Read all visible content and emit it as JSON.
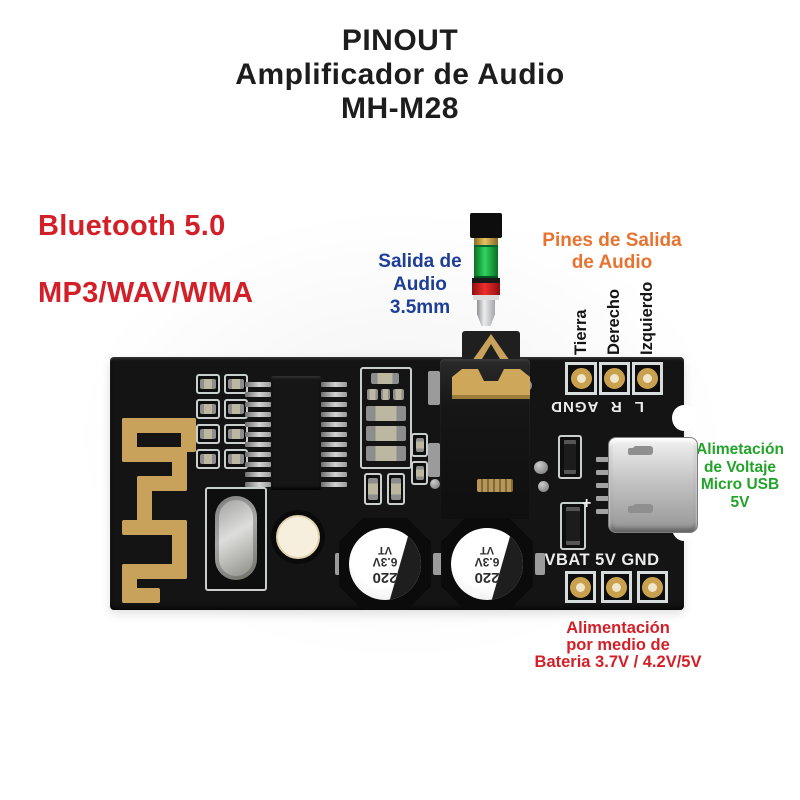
{
  "title": {
    "line1": "PINOUT",
    "line2": "Amplificador de Audio",
    "line3": "MH-M28"
  },
  "features": {
    "bluetooth": "Bluetooth 5.0",
    "formats": "MP3/WAV/WMA"
  },
  "annotations": {
    "audio_out": {
      "l1": "Salida de",
      "l2": "Audio",
      "l3": "3.5mm",
      "color": "#1e3d96"
    },
    "pins_out": {
      "l1": "Pines de Salida",
      "l2": "de Audio",
      "color": "#e87330"
    },
    "pin_labels": [
      "Tierra",
      "Derecho",
      "Izquierdo"
    ],
    "usb_power": {
      "l1": "Alimetación",
      "l2": "de Voltaje",
      "l3": "Micro USB",
      "l4": "5V",
      "color": "#22a32a"
    },
    "battery_power": {
      "l1": "Alimentación",
      "l2": "por medio de",
      "l3": "Bateria 3.7V / 4.2V/5V",
      "color": "#d31f27"
    }
  },
  "board": {
    "silkscreen": {
      "audio_pins": "L R AGND",
      "power_pins": "VBAT 5V GND",
      "plus": "+"
    },
    "capacitor": {
      "l1": "220",
      "l2": "6.3V",
      "l3": "VT"
    }
  },
  "colors": {
    "red": "#d31f27",
    "orange": "#e87330",
    "blue": "#1e3d96",
    "green": "#22a32a",
    "gold": "#c8a25a",
    "board": "#141414"
  }
}
